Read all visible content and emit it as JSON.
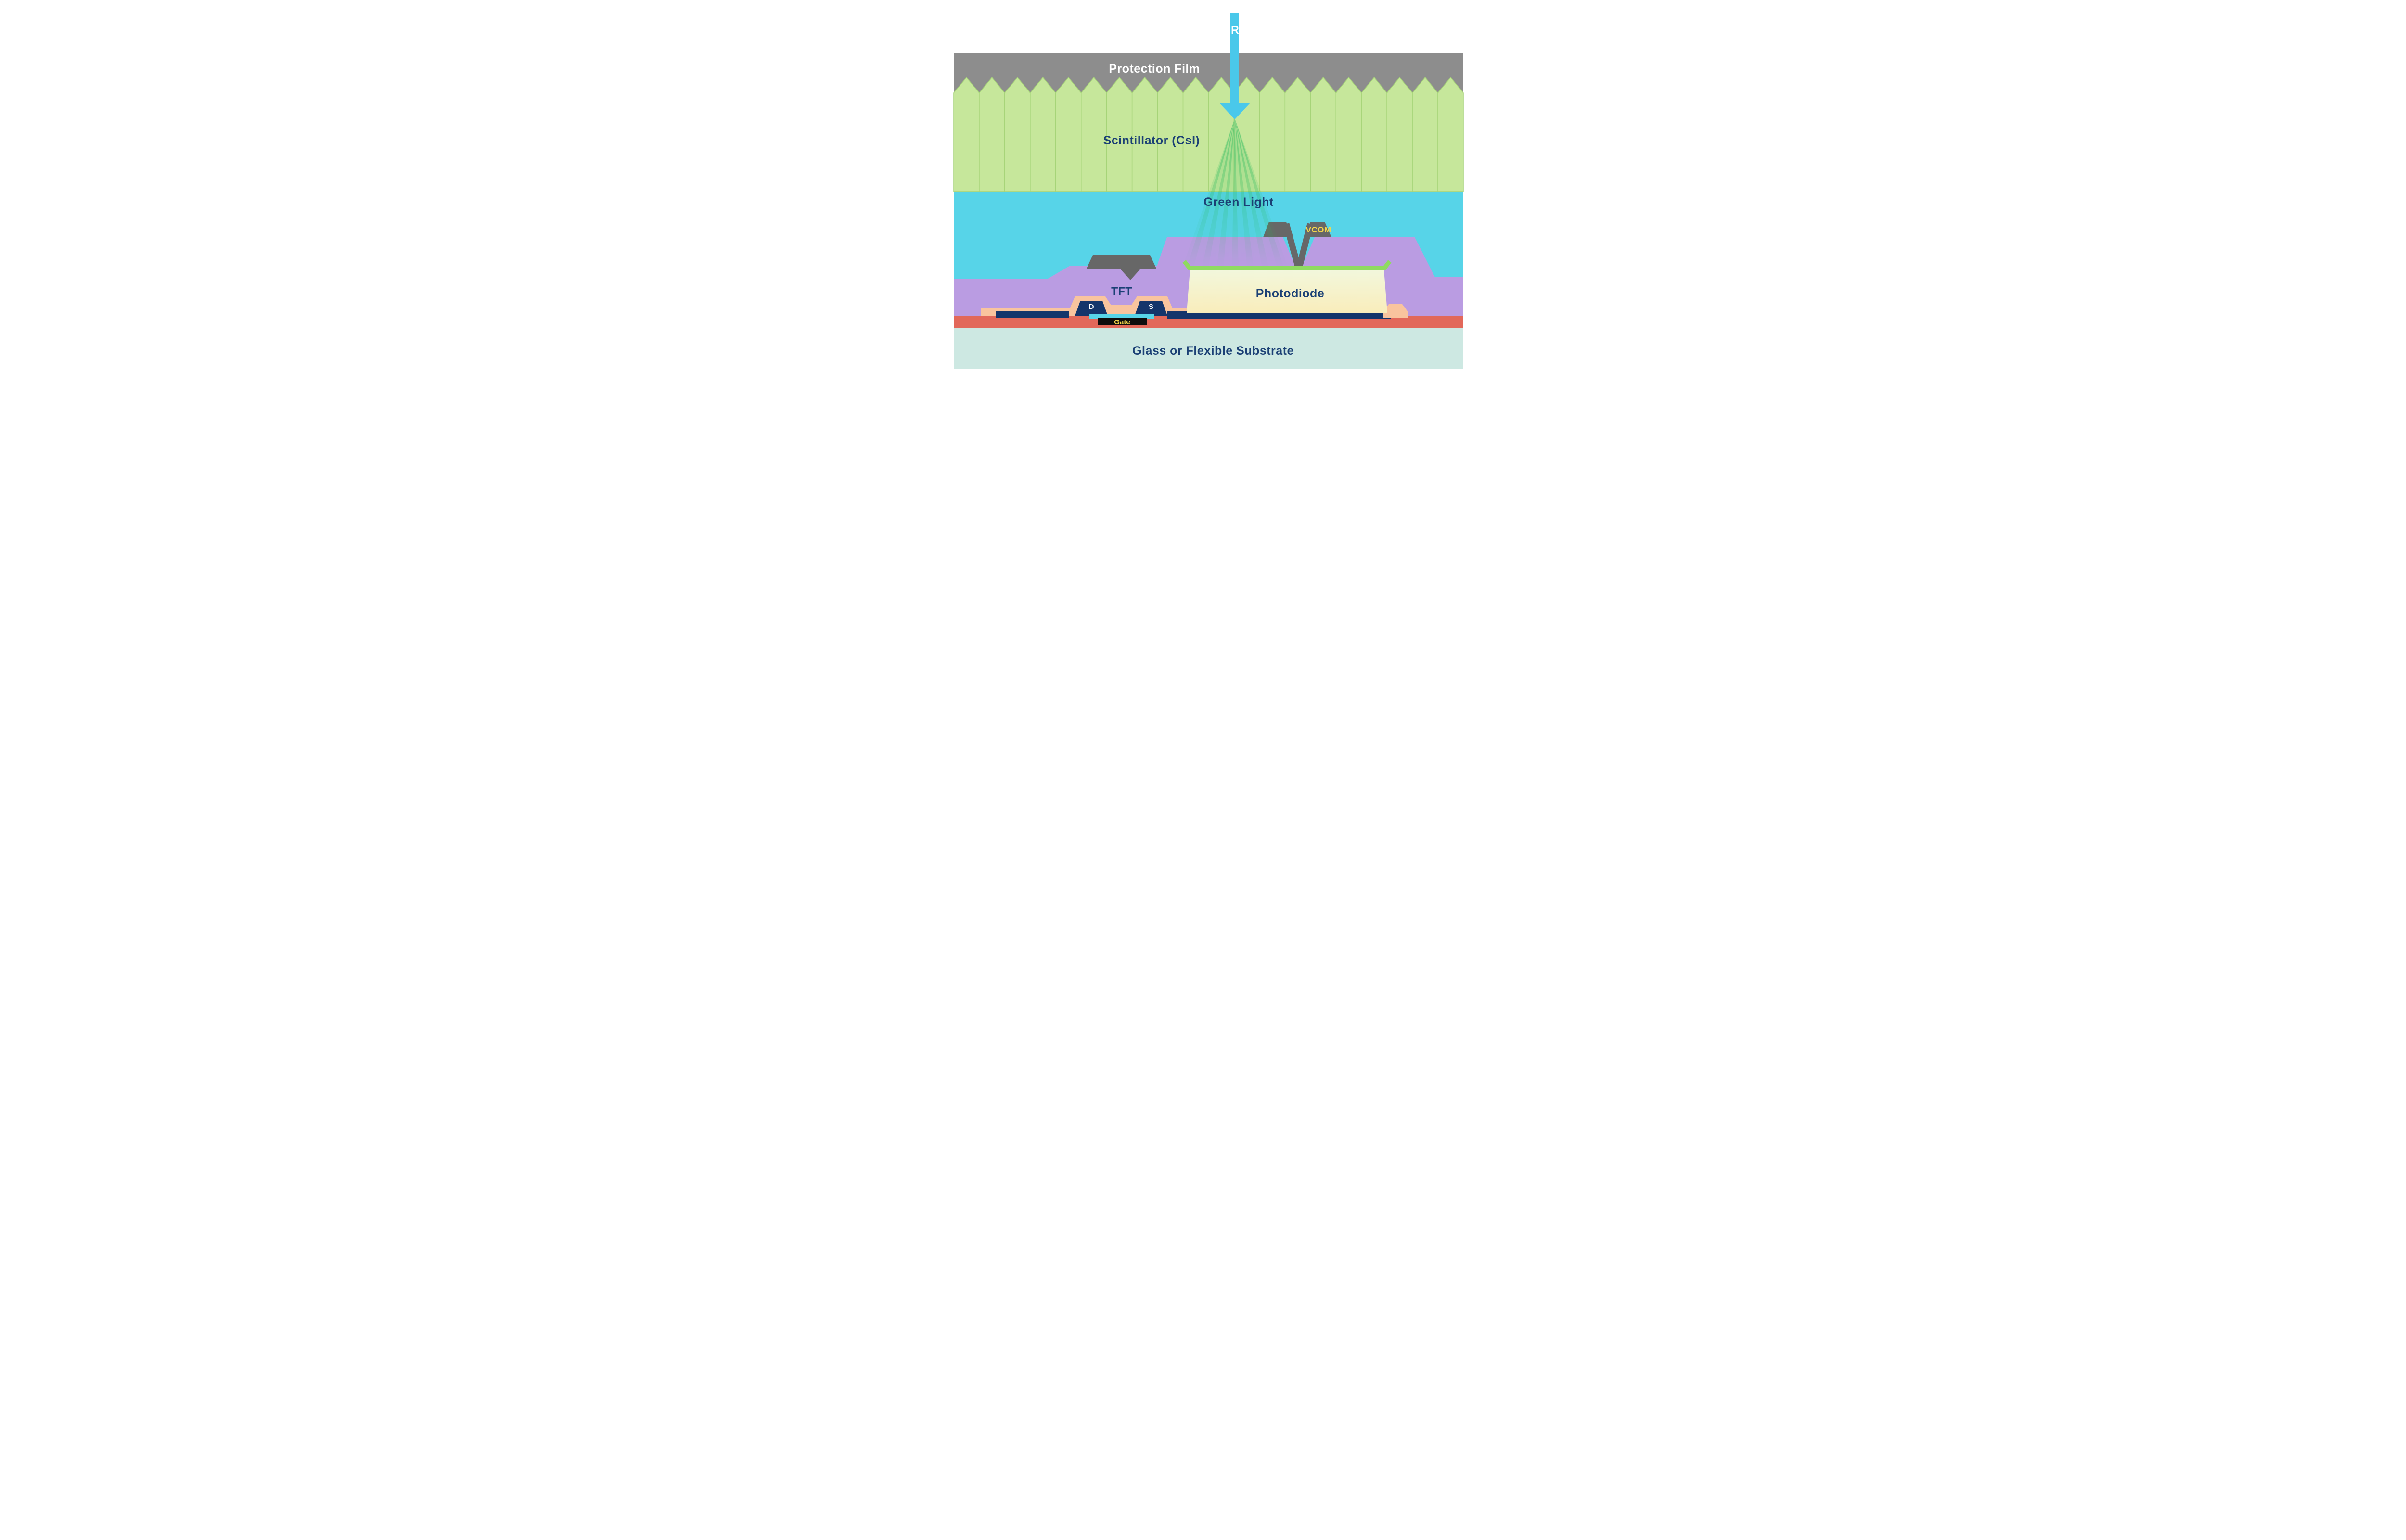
{
  "labels": {
    "xray": "X-Ray",
    "protection_film": "Protection Film",
    "scintillator": "Scintillator (CsI)",
    "green_light": "Green Light",
    "vcom": "VCOM",
    "photodiode": "Photodiode",
    "tft": "TFT",
    "drain": "D",
    "source": "S",
    "gate": "Gate",
    "substrate": "Glass or Flexible Substrate"
  },
  "colors": {
    "protection_film": "#8d8d8d",
    "scintillator_fill": "#c6e79b",
    "scintillator_stroke": "#a6d478",
    "cyan_layer": "#57d4e8",
    "xray_arrow": "#4ac8ea",
    "purple_layer": "#ba9ce2",
    "electrode_gray": "#676767",
    "navy_metal": "#14356b",
    "peach_insulator": "#f9c49e",
    "red_layer": "#e2685a",
    "substrate": "#cde8e2",
    "gate_black": "#0d0d0d",
    "label_yellow": "#f6d74b",
    "label_navy": "#1b4075",
    "label_white": "#ffffff",
    "photodiode_green": "#8fdb60",
    "photodiode_top": "#f2f7dc",
    "photodiode_bottom": "#f9edbb",
    "green_ray": "#27b95c"
  },
  "scintillator": {
    "column_count": 20
  },
  "green_light_rays": {
    "count": 7
  }
}
